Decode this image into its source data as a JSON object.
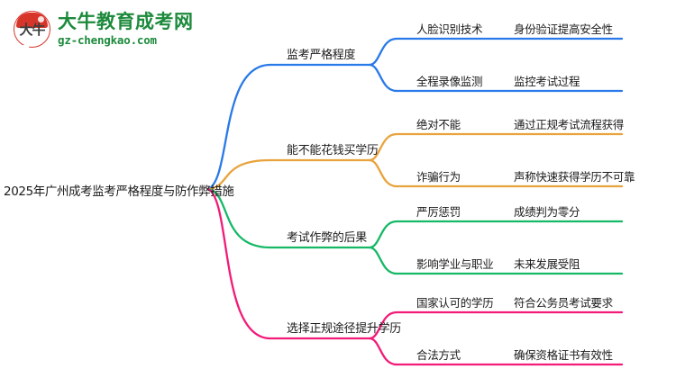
{
  "logo": {
    "badge_text": "大牛",
    "title": "大牛教育成考网",
    "url": "gz-chengkao.com"
  },
  "mindmap": {
    "root": "2025年广州成考监考严格程度与防作弊措施",
    "branches": [
      {
        "topic": "监考严格程度",
        "color": "#2979E8",
        "children": [
          {
            "sub": "人脸识别技术",
            "detail": "身份验证提高安全性"
          },
          {
            "sub": "全程录像监测",
            "detail": "监控考试过程"
          }
        ]
      },
      {
        "topic": "能不能花钱买学历",
        "color": "#E8A33D",
        "children": [
          {
            "sub": "绝对不能",
            "detail": "通过正规考试流程获得"
          },
          {
            "sub": "诈骗行为",
            "detail": "声称快速获得学历不可靠"
          }
        ]
      },
      {
        "topic": "考试作弊的后果",
        "color": "#16B866",
        "children": [
          {
            "sub": "严厉惩罚",
            "detail": "成绩判为零分"
          },
          {
            "sub": "影响学业与职业",
            "detail": "未来发展受阻"
          }
        ]
      },
      {
        "topic": "选择正规途径提升学历",
        "color": "#F21B78",
        "children": [
          {
            "sub": "国家认可的学历",
            "detail": "符合公务员考试要求"
          },
          {
            "sub": "合法方式",
            "detail": "确保资格证书有效性"
          }
        ]
      }
    ]
  },
  "chart_data": {
    "type": "table",
    "title": "2025年广州成考监考严格程度与防作弊措施",
    "categories": [
      "监考严格程度",
      "能不能花钱买学历",
      "考试作弊的后果",
      "选择正规途径提升学历"
    ],
    "series": [
      {
        "name": "监考严格程度",
        "values": [
          "人脸识别技术 → 身份验证提高安全性",
          "全程录像监测 → 监控考试过程"
        ]
      },
      {
        "name": "能不能花钱买学历",
        "values": [
          "绝对不能 → 通过正规考试流程获得",
          "诈骗行为 → 声称快速获得学历不可靠"
        ]
      },
      {
        "name": "考试作弊的后果",
        "values": [
          "严厉惩罚 → 成绩判为零分",
          "影响学业与职业 → 未来发展受阻"
        ]
      },
      {
        "name": "选择正规途径提升学历",
        "values": [
          "国家认可的学历 → 符合公务员考试要求",
          "合法方式 → 确保资格证书有效性"
        ]
      }
    ]
  }
}
